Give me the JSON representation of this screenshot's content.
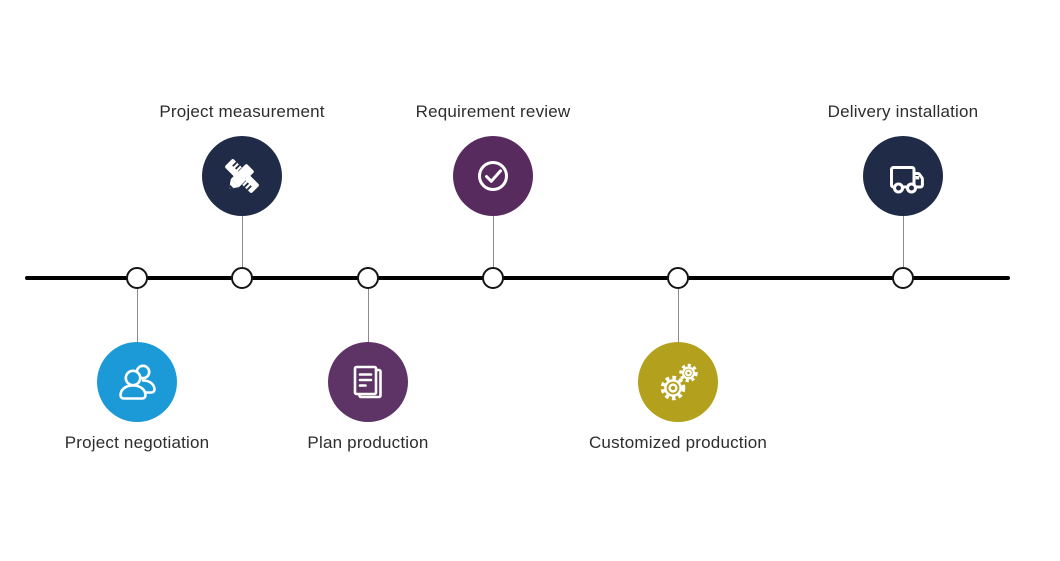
{
  "timeline": {
    "line_color": "#000000",
    "connector_color": "#8c8c8c",
    "dot": {
      "fill": "#ffffff",
      "stroke": "#151515"
    },
    "label_color": "#2d2d2d",
    "background": "#ffffff",
    "nodes": [
      {
        "label": "Project negotiation",
        "icon": "people-icon",
        "color": "#1b9ad7",
        "side": "below"
      },
      {
        "label": "Project measurement",
        "icon": "ruler-pencil-icon",
        "color": "#1f2b47",
        "side": "above"
      },
      {
        "label": "Plan production",
        "icon": "document-icon",
        "color": "#5e3365",
        "side": "below"
      },
      {
        "label": "Requirement review",
        "icon": "check-circle-icon",
        "color": "#582b5e",
        "side": "above"
      },
      {
        "label": "Customized production",
        "icon": "gears-icon",
        "color": "#b3a01c",
        "side": "below"
      },
      {
        "label": "Delivery installation",
        "icon": "truck-icon",
        "color": "#1f2b47",
        "side": "above"
      }
    ]
  }
}
